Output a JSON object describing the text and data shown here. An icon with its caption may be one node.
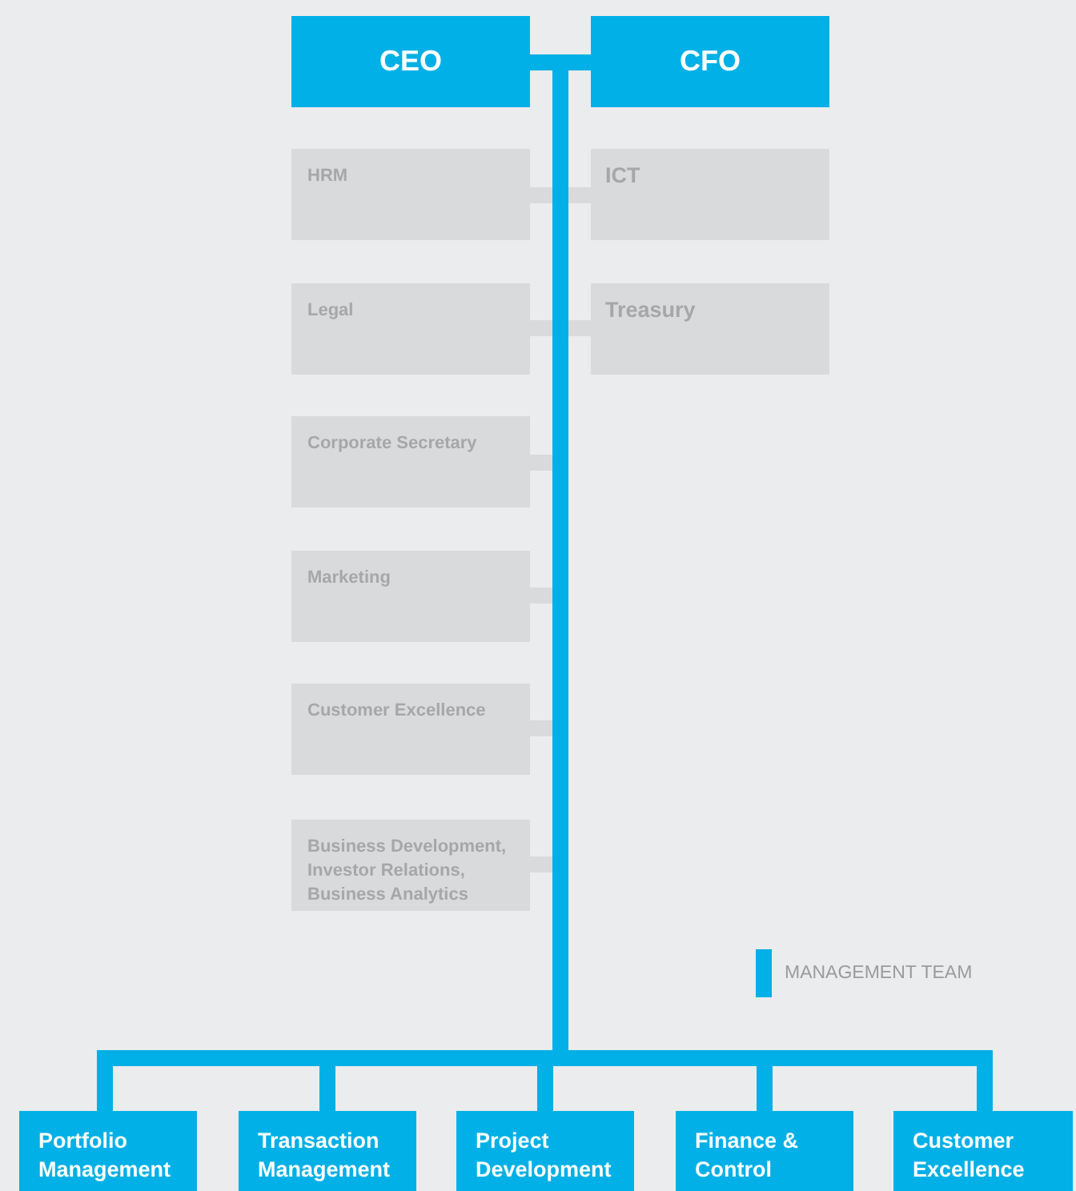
{
  "diagram": {
    "nodes": [
      {
        "text": [
          "CEO"
        ]
      },
      {
        "text": [
          "CFO"
        ]
      },
      {
        "text": [
          "HRM"
        ]
      },
      {
        "text": [
          "ICT"
        ]
      },
      {
        "text": [
          "Legal"
        ]
      },
      {
        "text": [
          "Treasury"
        ]
      },
      {
        "text": [
          "Corporate Secretary"
        ]
      },
      {
        "text": [
          "Marketing"
        ]
      },
      {
        "text": [
          "Customer Excellence"
        ]
      },
      {
        "text": [
          "Business Development, Investor Relations, Business Analytics"
        ]
      },
      {
        "text": [
          "Portfolio Management"
        ]
      },
      {
        "text": [
          "Transaction Management"
        ]
      },
      {
        "text": [
          "Project Development"
        ]
      },
      {
        "text": [
          "Finance & Control"
        ]
      },
      {
        "text": [
          "Customer Excellence"
        ]
      }
    ],
    "edges": [
      {
        "from": 0,
        "to": 1,
        "arrow": "none",
        "color": "#00b0e6"
      },
      {
        "from": 0,
        "to": 2,
        "arrow": "none"
      },
      {
        "from": 1,
        "to": 3,
        "arrow": "none"
      },
      {
        "from": 0,
        "to": 4,
        "arrow": "none"
      },
      {
        "from": 1,
        "to": 5,
        "arrow": "none"
      },
      {
        "from": 0,
        "to": 6,
        "arrow": "none"
      },
      {
        "from": 0,
        "to": 7,
        "arrow": "none"
      },
      {
        "from": 0,
        "to": 8,
        "arrow": "none"
      },
      {
        "from": 0,
        "to": 9,
        "arrow": "none"
      },
      {
        "from": 0,
        "to": 10,
        "arrow": "none",
        "color": "#00b0e6"
      },
      {
        "from": 0,
        "to": 11,
        "arrow": "none",
        "color": "#00b0e6"
      },
      {
        "from": 0,
        "to": 12,
        "arrow": "none",
        "color": "#00b0e6"
      },
      {
        "from": 0,
        "to": 13,
        "arrow": "none",
        "color": "#00b0e6"
      },
      {
        "from": 0,
        "to": 14,
        "arrow": "none",
        "color": "#00b0e6"
      }
    ],
    "legend": [
      {
        "text": "MANAGEMENT TEAM",
        "color": "#00b0e6"
      }
    ]
  }
}
